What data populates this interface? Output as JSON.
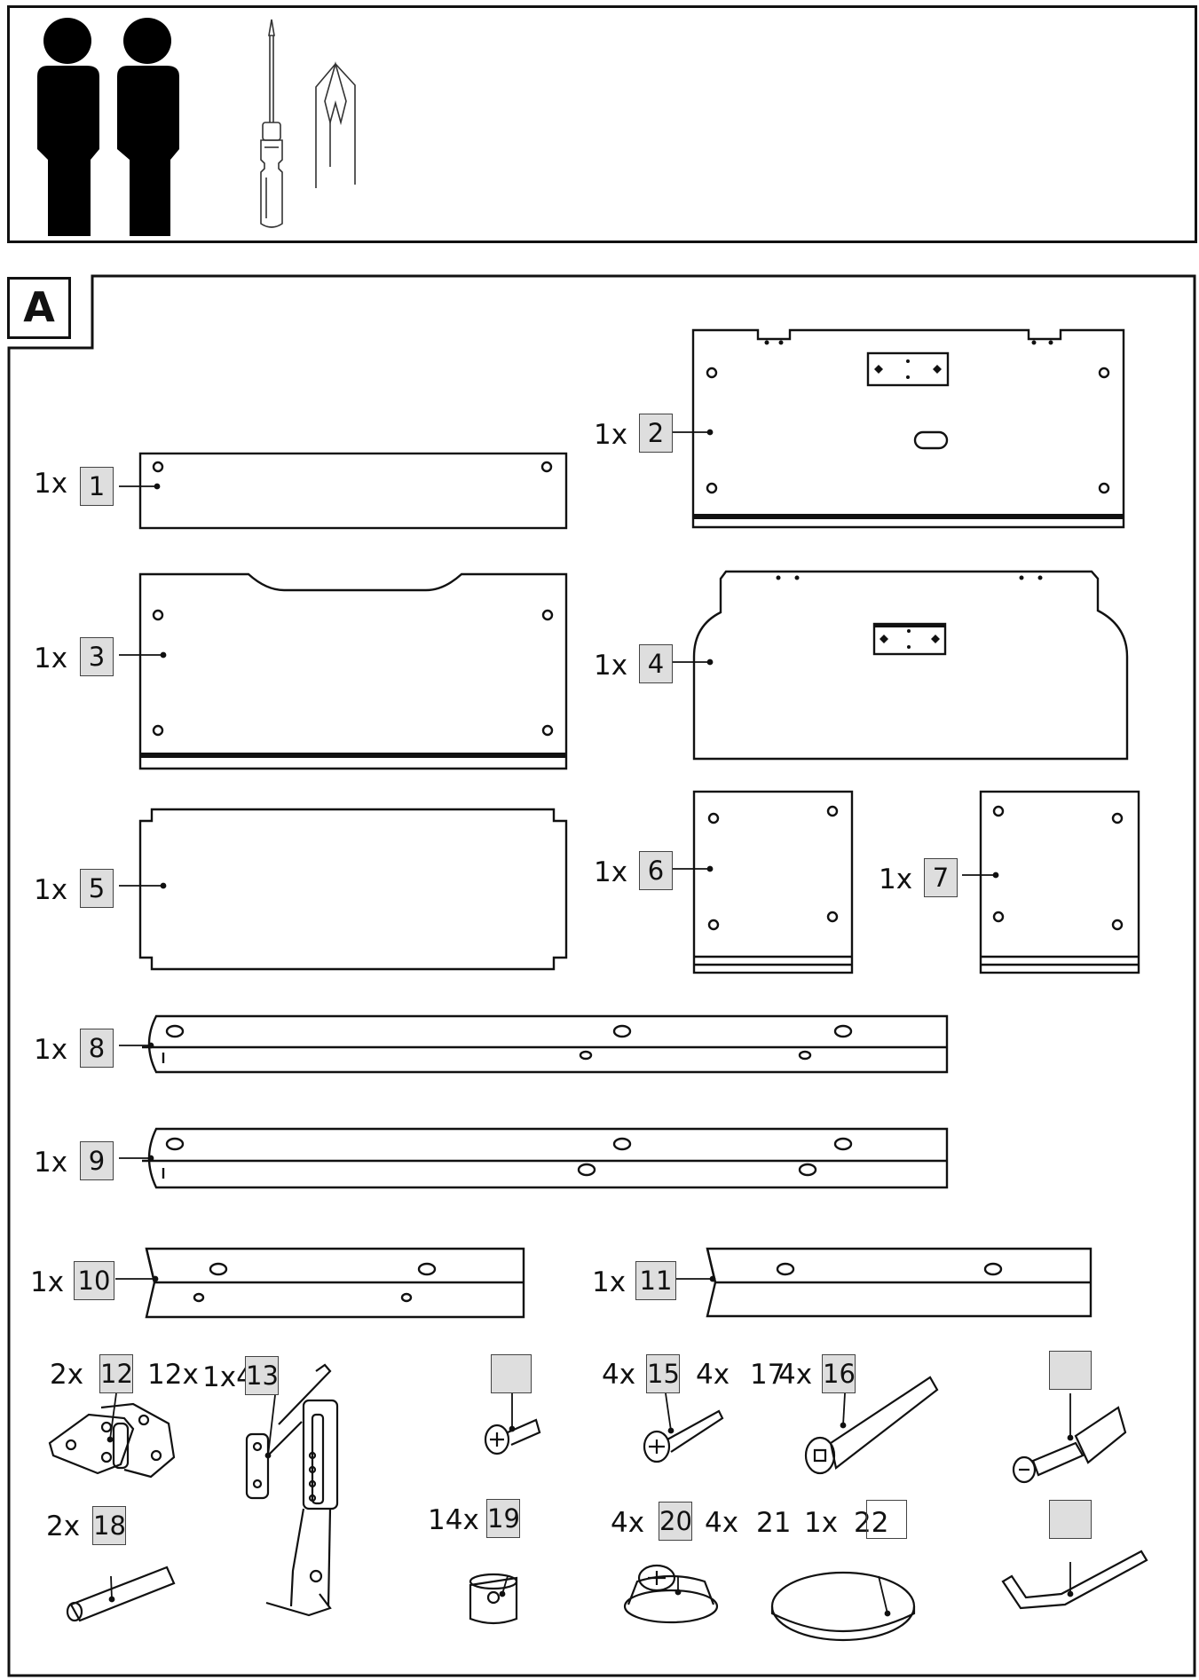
{
  "header": {
    "people_icon": "two-people-icon",
    "tool_icons": [
      "screwdriver-icon",
      "phillips-bit-icon"
    ]
  },
  "section": {
    "letter": "A"
  },
  "panels": [
    {
      "qty": "1x",
      "num": "1"
    },
    {
      "qty": "1x",
      "num": "2"
    },
    {
      "qty": "1x",
      "num": "3"
    },
    {
      "qty": "1x",
      "num": "4"
    },
    {
      "qty": "1x",
      "num": "5"
    },
    {
      "qty": "1x",
      "num": "6"
    },
    {
      "qty": "1x",
      "num": "7"
    },
    {
      "qty": "1x",
      "num": "8"
    },
    {
      "qty": "1x",
      "num": "9"
    },
    {
      "qty": "1x",
      "num": "10"
    },
    {
      "qty": "1x",
      "num": "11"
    }
  ],
  "hardware": {
    "p12": {
      "qty": "2x",
      "num": "12",
      "extra": "12x"
    },
    "p13": {
      "qty": "1x4",
      "num": "13"
    },
    "p15": {
      "qty": "4x",
      "num": "15",
      "extra": "4x"
    },
    "p16": {
      "qty": "17",
      "qty2": "4x",
      "num": "16"
    },
    "p18": {
      "qty": "2x",
      "num": "18"
    },
    "p19": {
      "qty": "14x",
      "num": "19"
    },
    "p20": {
      "qty": "4x",
      "num": "20",
      "extra": "4x"
    },
    "p21": {
      "num": "21",
      "qty": "1x"
    },
    "p22": {
      "num": "22"
    }
  }
}
